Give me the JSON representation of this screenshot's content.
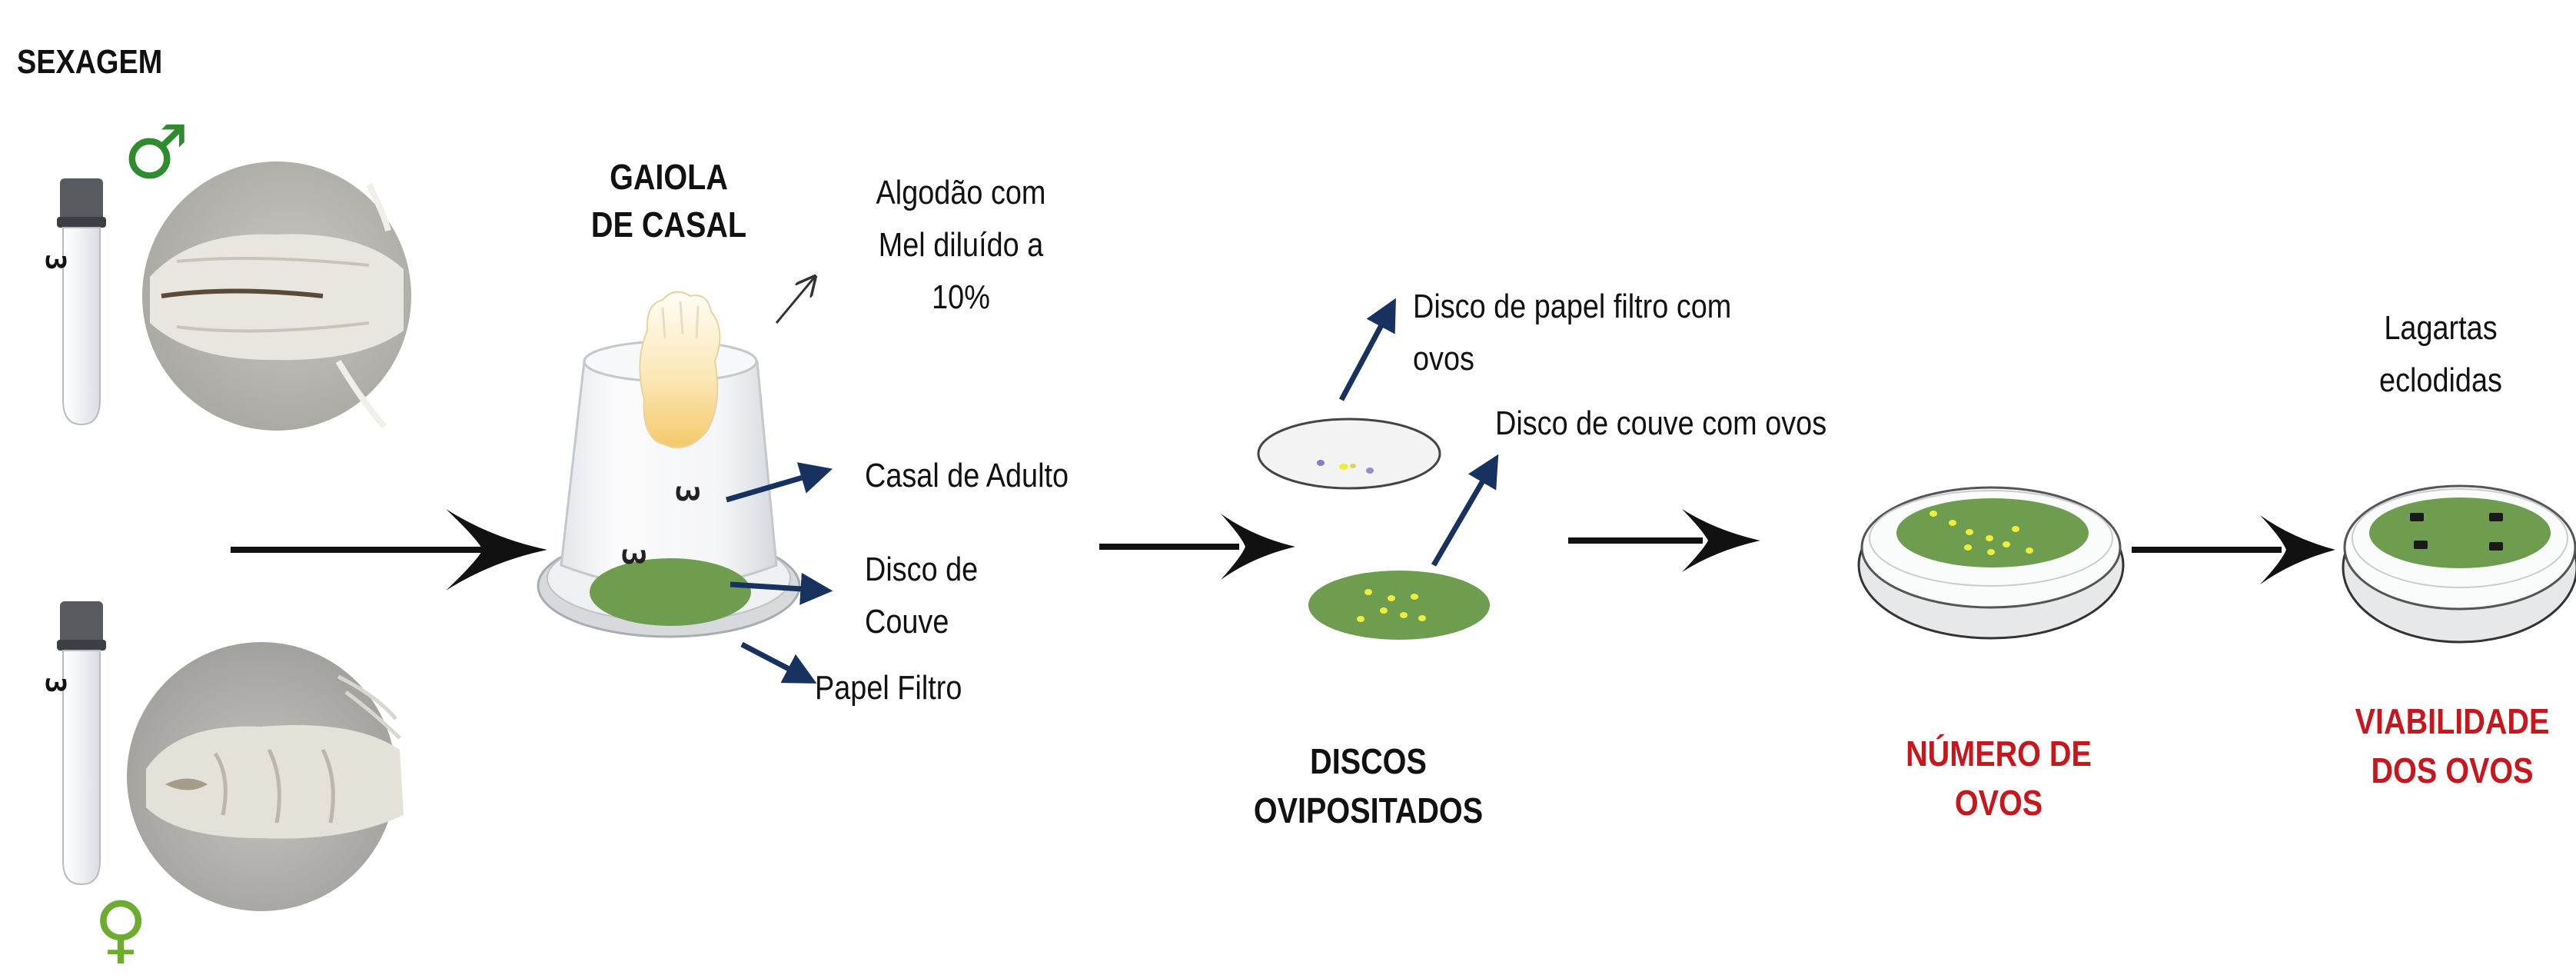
{
  "title": "SEXAGEM",
  "symbols": {
    "male": "♂",
    "female": "♀"
  },
  "tube_labels": {
    "male": "3",
    "female": "3"
  },
  "cage": {
    "title_line1": "GAIOLA",
    "title_line2": "DE CASAL",
    "cup_mark": "3",
    "cotton_label_line1": "Algodão com",
    "cotton_label_line2": "Mel  diluído a",
    "cotton_label_line3": "10%",
    "adult_label": "Casal de Adulto",
    "kale_label_line1": "Disco de",
    "kale_label_line2": "Couve",
    "filter_label": "Papel Filtro"
  },
  "discs": {
    "filter_disc_label_line1": "Disco de papel filtro com",
    "filter_disc_label_line2": "ovos",
    "kale_disc_label": "Disco de couve  com ovos",
    "title_line1": "DISCOS",
    "title_line2": "OVIPOSITADOS"
  },
  "egg_count": {
    "title_line1": "NÚMERO DE",
    "title_line2": "OVOS"
  },
  "viability": {
    "larvae_label_line1": "Lagartas",
    "larvae_label_line2": "eclodidas",
    "title_line1": "VIABILIDADE",
    "title_line2": "DOS OVOS"
  },
  "colors": {
    "male_symbol": "#2e8b2e",
    "female_symbol": "#6cac2e",
    "kale_green": "#6e9d50",
    "egg_yellow": "#f1ee3b",
    "pointer_arrow": "#17325f",
    "result_red": "#c8161d"
  }
}
